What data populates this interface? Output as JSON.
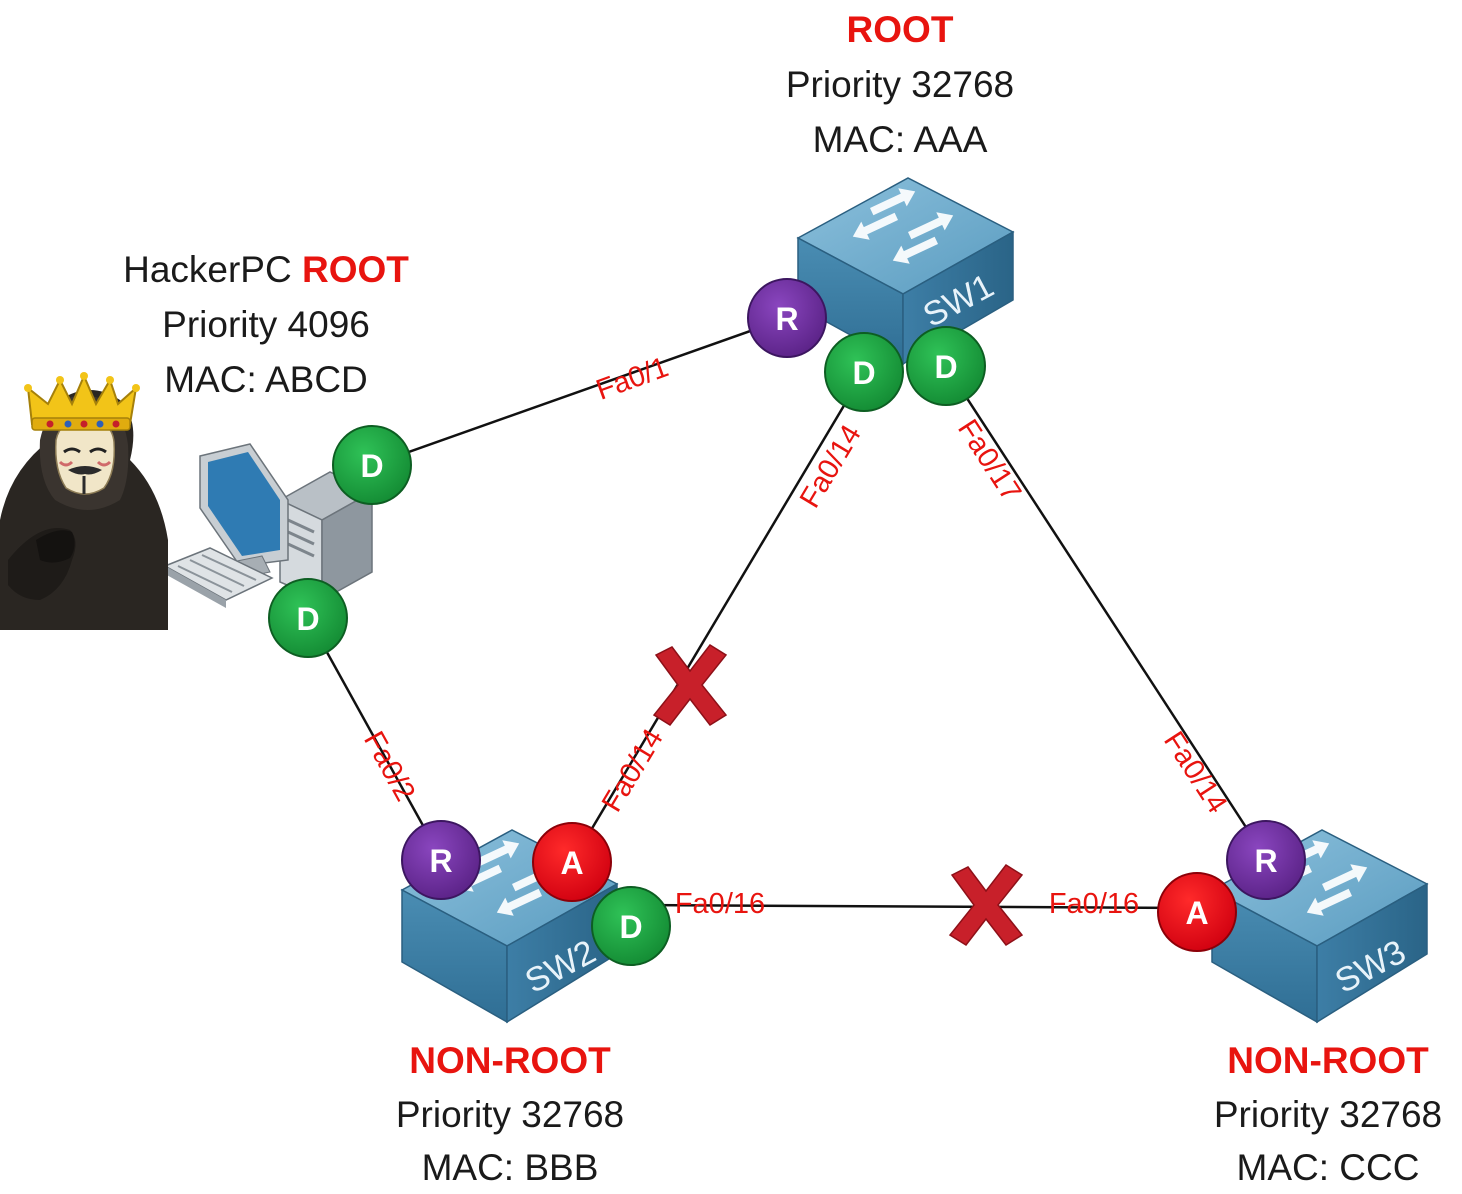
{
  "colors": {
    "role_red": "#e8140f",
    "designated_green": "#1a9c3c",
    "root_purple": "#6a2c9c",
    "alternate_red": "#e30613",
    "switch_blue": "#4b8fb4",
    "block_x_red": "#c8202a",
    "link_black": "#111111"
  },
  "sw1": {
    "role": "ROOT",
    "priority": "Priority 32768",
    "mac": "MAC: AAA",
    "name": "SW1",
    "icon": "switch-icon"
  },
  "hackerpc": {
    "name": "HackerPC",
    "role": "ROOT",
    "priority": "Priority 4096",
    "mac": "MAC: ABCD",
    "icons": [
      "hacker-king-icon",
      "desktop-pc-icon"
    ]
  },
  "sw2": {
    "role": "NON-ROOT",
    "priority": "Priority 32768",
    "mac": "MAC: BBB",
    "name": "SW2",
    "icon": "switch-icon"
  },
  "sw3": {
    "role": "NON-ROOT",
    "priority": "Priority 32768",
    "mac": "MAC: CCC",
    "name": "SW3",
    "icon": "switch-icon"
  },
  "ports": {
    "sw1_to_pc": "Fa0/1",
    "sw1_to_sw2": "Fa0/14",
    "sw1_to_sw3": "Fa0/17",
    "sw2_to_pc": "Fa0/2",
    "sw2_to_sw1": "Fa0/14",
    "sw2_to_sw3": "Fa0/16",
    "sw3_to_sw1": "Fa0/14",
    "sw3_to_sw2": "Fa0/16"
  },
  "badges": {
    "sw1_fa01": "R",
    "sw1_fa014": "D",
    "sw1_fa017": "D",
    "pc_to_sw1": "D",
    "pc_to_sw2": "D",
    "sw2_fa02": "R",
    "sw2_fa014": "A",
    "sw2_fa016": "D",
    "sw3_fa014": "R",
    "sw3_fa016": "A"
  },
  "blocked_links": [
    "sw2-sw1",
    "sw2-sw3"
  ]
}
